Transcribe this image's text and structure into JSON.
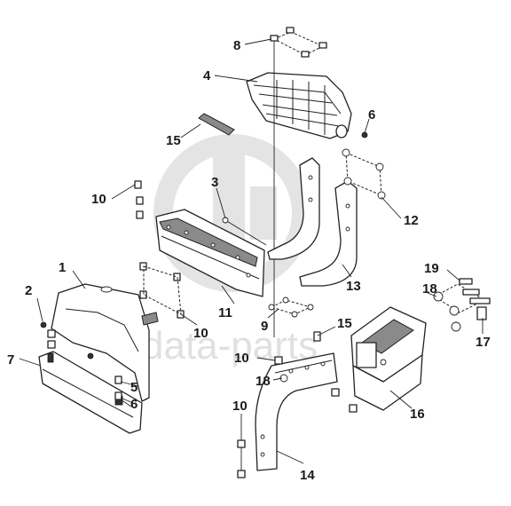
{
  "watermark": {
    "text": "data-parts",
    "color": "#d9d9d9"
  },
  "callouts": [
    {
      "id": "c1",
      "label": "1"
    },
    {
      "id": "c2",
      "label": "2"
    },
    {
      "id": "c3",
      "label": "3"
    },
    {
      "id": "c4",
      "label": "4"
    },
    {
      "id": "c5",
      "label": "5"
    },
    {
      "id": "c6a",
      "label": "6"
    },
    {
      "id": "c6b",
      "label": "6"
    },
    {
      "id": "c7",
      "label": "7"
    },
    {
      "id": "c8",
      "label": "8"
    },
    {
      "id": "c9",
      "label": "9"
    },
    {
      "id": "c10a",
      "label": "10"
    },
    {
      "id": "c10b",
      "label": "10"
    },
    {
      "id": "c10c",
      "label": "10"
    },
    {
      "id": "c10d",
      "label": "10"
    },
    {
      "id": "c11",
      "label": "11"
    },
    {
      "id": "c12",
      "label": "12"
    },
    {
      "id": "c13",
      "label": "13"
    },
    {
      "id": "c14",
      "label": "14"
    },
    {
      "id": "c15a",
      "label": "15"
    },
    {
      "id": "c15b",
      "label": "15"
    },
    {
      "id": "c16",
      "label": "16"
    },
    {
      "id": "c17",
      "label": "17"
    },
    {
      "id": "c18a",
      "label": "18"
    },
    {
      "id": "c18b",
      "label": "18"
    },
    {
      "id": "c19",
      "label": "19"
    }
  ]
}
